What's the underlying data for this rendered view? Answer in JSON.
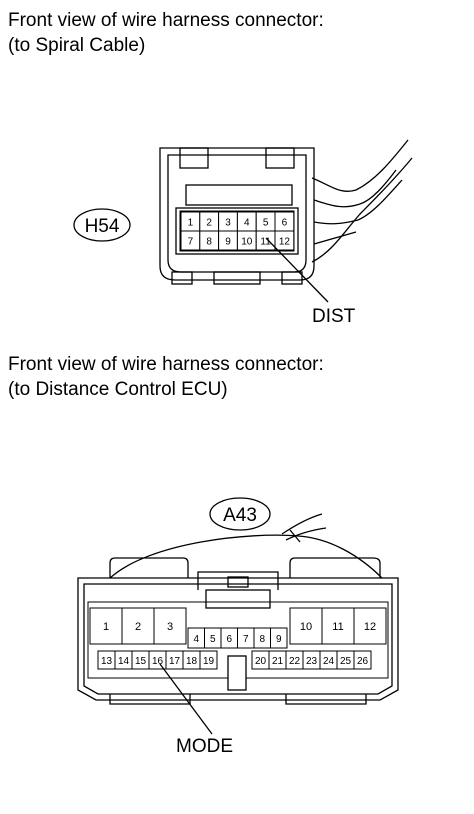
{
  "captions": {
    "h54_line1": "Front view of wire harness connector:",
    "h54_line2": "(to Spiral Cable)",
    "a43_line1": "Front view of wire harness connector:",
    "a43_line2": "(to Distance Control ECU)"
  },
  "h54": {
    "id": "H54",
    "pins_top": [
      "1",
      "2",
      "3",
      "4",
      "5",
      "6"
    ],
    "pins_bottom": [
      "7",
      "8",
      "9",
      "10",
      "11",
      "12"
    ],
    "callout": "DIST"
  },
  "a43": {
    "id": "A43",
    "pins_large_left": [
      "1",
      "2",
      "3"
    ],
    "pins_large_right": [
      "10",
      "11",
      "12"
    ],
    "pins_center": [
      "4",
      "5",
      "6",
      "7",
      "8",
      "9"
    ],
    "pins_bottom_left": [
      "13",
      "14",
      "15",
      "16",
      "17",
      "18",
      "19"
    ],
    "pins_bottom_right": [
      "20",
      "21",
      "22",
      "23",
      "24",
      "25",
      "26"
    ],
    "callout": "MODE"
  }
}
